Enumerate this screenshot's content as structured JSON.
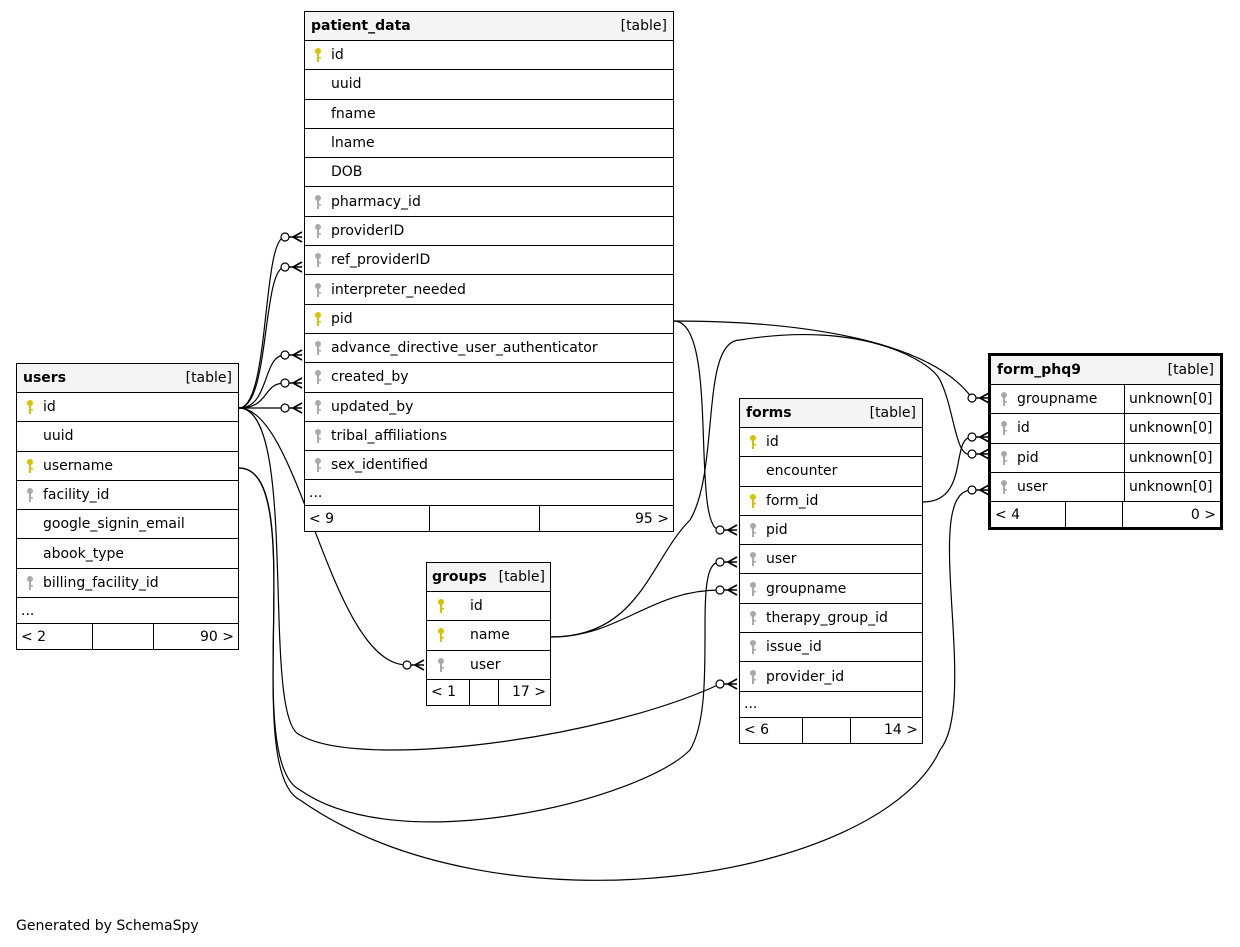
{
  "tables": {
    "patient_data": {
      "name": "patient_data",
      "kind": "[table]",
      "columns": [
        {
          "name": "id",
          "key": "primary"
        },
        {
          "name": "uuid",
          "key": "none"
        },
        {
          "name": "fname",
          "key": "none"
        },
        {
          "name": "lname",
          "key": "none"
        },
        {
          "name": "DOB",
          "key": "none"
        },
        {
          "name": "pharmacy_id",
          "key": "foreign"
        },
        {
          "name": "providerID",
          "key": "foreign"
        },
        {
          "name": "ref_providerID",
          "key": "foreign"
        },
        {
          "name": "interpreter_needed",
          "key": "foreign"
        },
        {
          "name": "pid",
          "key": "primary"
        },
        {
          "name": "advance_directive_user_authenticator",
          "key": "foreign"
        },
        {
          "name": "created_by",
          "key": "foreign"
        },
        {
          "name": "updated_by",
          "key": "foreign"
        },
        {
          "name": "tribal_affiliations",
          "key": "foreign"
        },
        {
          "name": "sex_identified",
          "key": "foreign"
        }
      ],
      "more": "...",
      "footer": {
        "left": "< 9",
        "right": "95 >"
      }
    },
    "users": {
      "name": "users",
      "kind": "[table]",
      "columns": [
        {
          "name": "id",
          "key": "primary"
        },
        {
          "name": "uuid",
          "key": "none"
        },
        {
          "name": "username",
          "key": "primary"
        },
        {
          "name": "facility_id",
          "key": "foreign"
        },
        {
          "name": "google_signin_email",
          "key": "none"
        },
        {
          "name": "abook_type",
          "key": "none"
        },
        {
          "name": "billing_facility_id",
          "key": "foreign"
        }
      ],
      "more": "...",
      "footer": {
        "left": "< 2",
        "right": "90 >"
      }
    },
    "groups": {
      "name": "groups",
      "kind": "[table]",
      "columns": [
        {
          "name": "id",
          "key": "primary"
        },
        {
          "name": "name",
          "key": "primary"
        },
        {
          "name": "user",
          "key": "foreign"
        }
      ],
      "footer": {
        "left": "< 1",
        "right": "17 >"
      }
    },
    "forms": {
      "name": "forms",
      "kind": "[table]",
      "columns": [
        {
          "name": "id",
          "key": "primary"
        },
        {
          "name": "encounter",
          "key": "none"
        },
        {
          "name": "form_id",
          "key": "primary"
        },
        {
          "name": "pid",
          "key": "foreign"
        },
        {
          "name": "user",
          "key": "foreign"
        },
        {
          "name": "groupname",
          "key": "foreign"
        },
        {
          "name": "therapy_group_id",
          "key": "foreign"
        },
        {
          "name": "issue_id",
          "key": "foreign"
        },
        {
          "name": "provider_id",
          "key": "foreign"
        }
      ],
      "more": "...",
      "footer": {
        "left": "< 6",
        "right": "14 >"
      }
    },
    "form_phq9": {
      "name": "form_phq9",
      "kind": "[table]",
      "columns": [
        {
          "name": "groupname",
          "key": "foreign",
          "type": "unknown[0]"
        },
        {
          "name": "id",
          "key": "foreign",
          "type": "unknown[0]"
        },
        {
          "name": "pid",
          "key": "foreign",
          "type": "unknown[0]"
        },
        {
          "name": "user",
          "key": "foreign",
          "type": "unknown[0]"
        }
      ],
      "footer": {
        "left": "< 4",
        "right": "0 >"
      }
    }
  },
  "caption": "Generated by SchemaSpy",
  "colors": {
    "primary_key": "#d4c300",
    "foreign_key": "#a9a9a9",
    "header_bg": "#f4f4f4",
    "line": "#000000"
  }
}
